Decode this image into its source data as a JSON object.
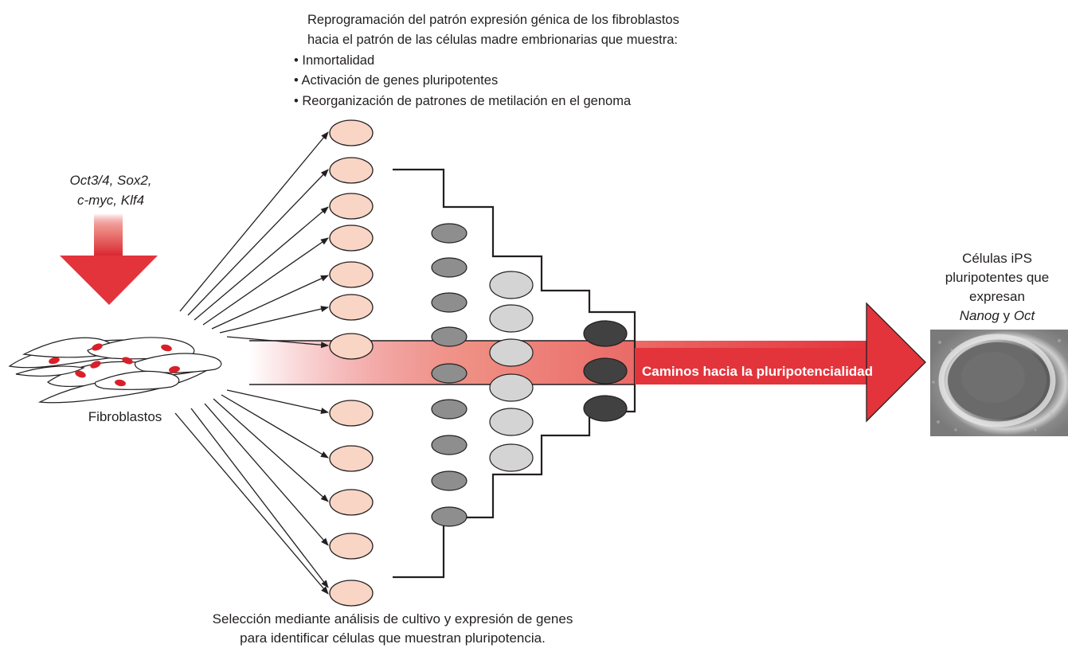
{
  "header": {
    "line1": "Reprogramación del patrón expresión génica de los fibroblastos",
    "line2": "hacia el patrón de las células madre embrionarias que muestra:",
    "bullets": [
      "• Inmortalidad",
      "• Activación de genes pluripotentes",
      "• Reorganización de patrones de metilación en el genoma"
    ]
  },
  "factors": {
    "line1": "Oct3/4, Sox2,",
    "line2": "c-myc, Klf4"
  },
  "fibroblasts_label": "Fibroblastos",
  "pathway_label": "Caminos hacia la pluripotencialidad",
  "ips": {
    "line1": "Células iPS",
    "line2": "pluripotentes que",
    "line3": "expresan",
    "gene1": "Nanog",
    "conj": "y",
    "gene2": "Oct"
  },
  "selection": {
    "line1": "Selección mediante análisis de cultivo y expresión de genes",
    "line2": "para identificar células que muestran pluripotencia."
  },
  "colors": {
    "pink_cell": "#f9d5c6",
    "medium_gray_cell": "#8e8e8e",
    "light_gray_cell": "#d4d4d4",
    "dark_cell": "#414141",
    "red_arrow": "#e3343c",
    "nucleus_red": "#d91f2a"
  }
}
